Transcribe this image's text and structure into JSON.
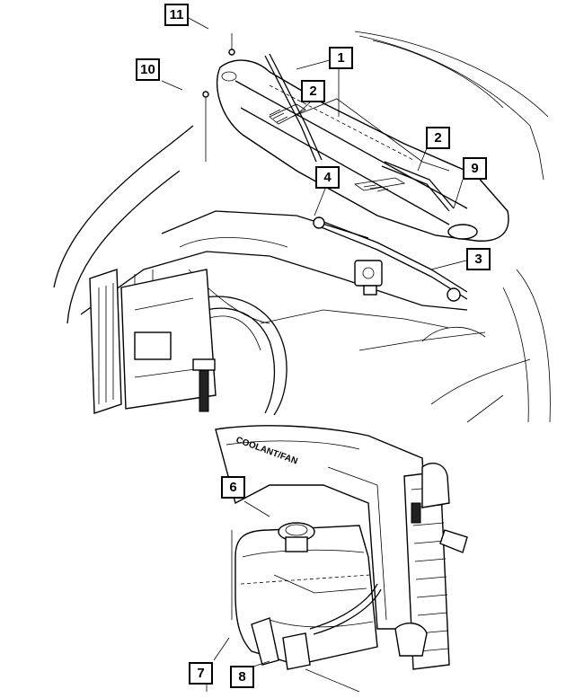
{
  "callouts": {
    "c1": "1",
    "c2a": "2",
    "c2b": "2",
    "c3": "3",
    "c4": "4",
    "c6": "6",
    "c7": "7",
    "c8": "8",
    "c9": "9",
    "c10": "10",
    "c11": "11"
  },
  "stamp_text": "COOLANT/FAN"
}
